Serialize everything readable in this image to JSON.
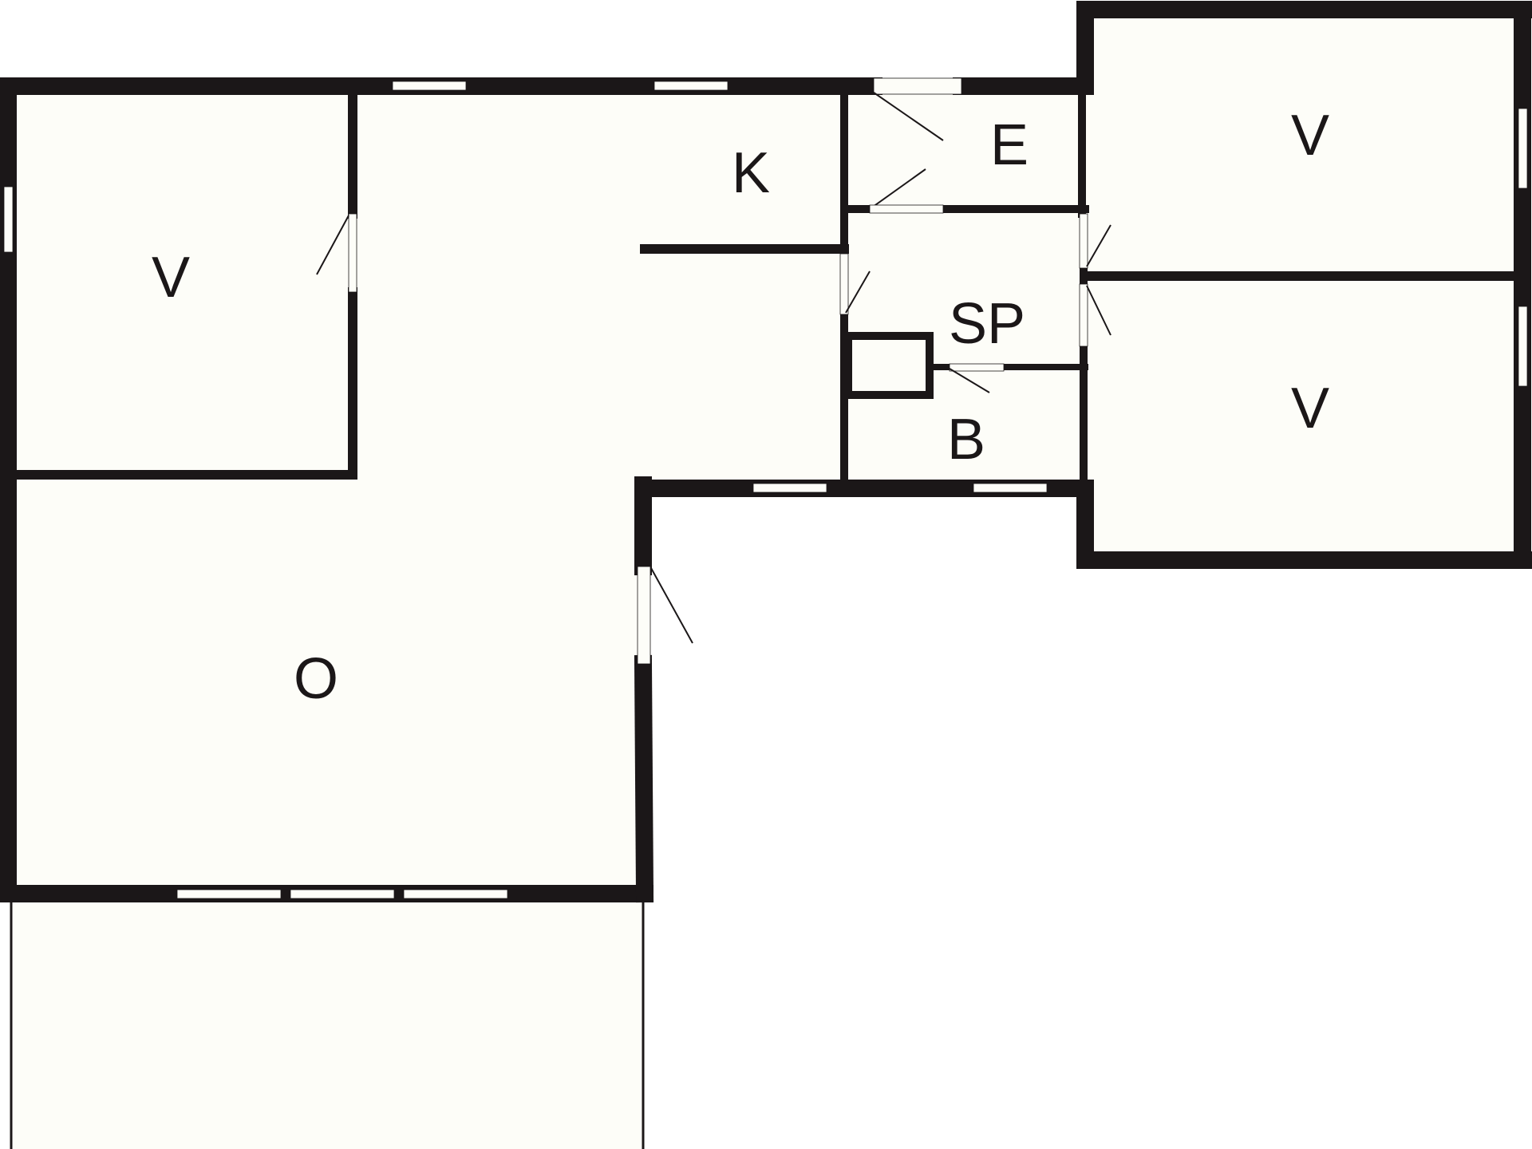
{
  "plan": {
    "rooms": {
      "bedroom_west": "V",
      "kitchen": "K",
      "entry": "E",
      "storage": "SP",
      "bath": "B",
      "bedroom_northeast": "V",
      "bedroom_southeast": "V",
      "living": "O"
    }
  }
}
